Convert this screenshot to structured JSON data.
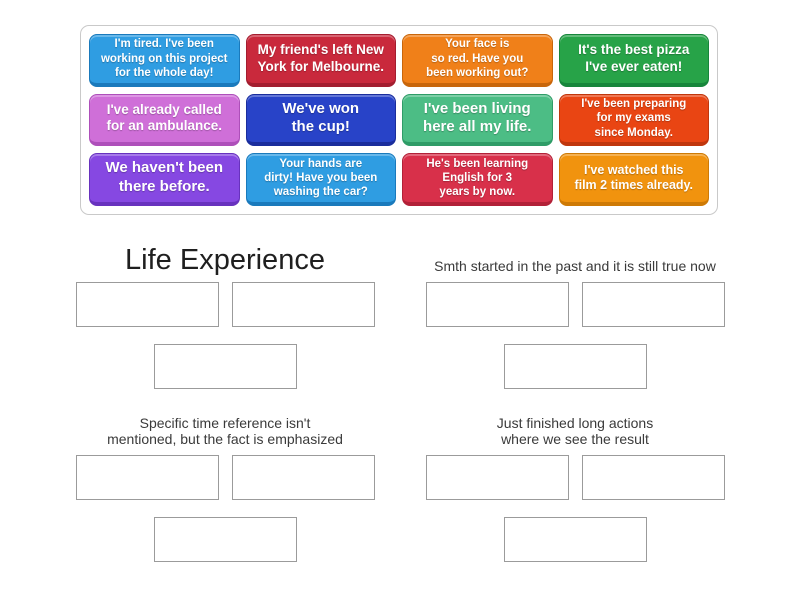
{
  "colors": {
    "page_bg": "#ffffff",
    "tray_border": "#c9c9c9",
    "slot_border": "#9b9b9b",
    "card_text": "#ffffff",
    "title_large_text": "#1f1f1f",
    "title_small_text": "#3a3a3a"
  },
  "tray": {
    "cards": [
      {
        "text": "I'm tired. I've been\nworking on this project\nfor the whole day!",
        "color": "#2F9DE2",
        "dark": "#1A7ABC",
        "size": "s"
      },
      {
        "text": "My friend's left New\nYork for Melbourne.",
        "color": "#C9293C",
        "dark": "#A31D2F",
        "size": "l"
      },
      {
        "text": "Your face is\nso red. Have you\nbeen working out?",
        "color": "#F08019",
        "dark": "#C8660B",
        "size": "s"
      },
      {
        "text": "It's the best pizza\nI've ever eaten!",
        "color": "#27A348",
        "dark": "#17863B",
        "size": "l"
      },
      {
        "text": "I've already called\nfor an ambulance.",
        "color": "#CF6FD8",
        "dark": "#AE4FBA",
        "size": "l"
      },
      {
        "text": "We've won\nthe cup!",
        "color": "#2843C8",
        "dark": "#1A2D9C",
        "size": "xl"
      },
      {
        "text": "I've been living\nhere all my life.",
        "color": "#4CBD85",
        "dark": "#2F9C67",
        "size": "xl"
      },
      {
        "text": "I've been preparing\nfor my exams\nsince Monday.",
        "color": "#E94513",
        "dark": "#C0360C",
        "size": "s"
      },
      {
        "text": "We haven't been\nthere before.",
        "color": "#8648E2",
        "dark": "#6832BE",
        "size": "xl"
      },
      {
        "text": "Your hands are\ndirty! Have you been\nwashing the car?",
        "color": "#2F9DE2",
        "dark": "#1A7ABC",
        "size": "s"
      },
      {
        "text": "He's been learning\nEnglish for 3\nyears by now.",
        "color": "#D8304A",
        "dark": "#B22138",
        "size": "s"
      },
      {
        "text": "I've watched this\nfilm 2 times already.",
        "color": "#F1930E",
        "dark": "#CE7A05",
        "size": "m"
      }
    ]
  },
  "groups": [
    {
      "title": "Life Experience",
      "style": "large"
    },
    {
      "title": "Smth started in the past and it is still true now",
      "style": "small"
    },
    {
      "title": "Specific time reference isn't\nmentioned, but the fact is emphasized",
      "style": "small"
    },
    {
      "title": "Just finished long actions\nwhere we see the result",
      "style": "small"
    }
  ]
}
